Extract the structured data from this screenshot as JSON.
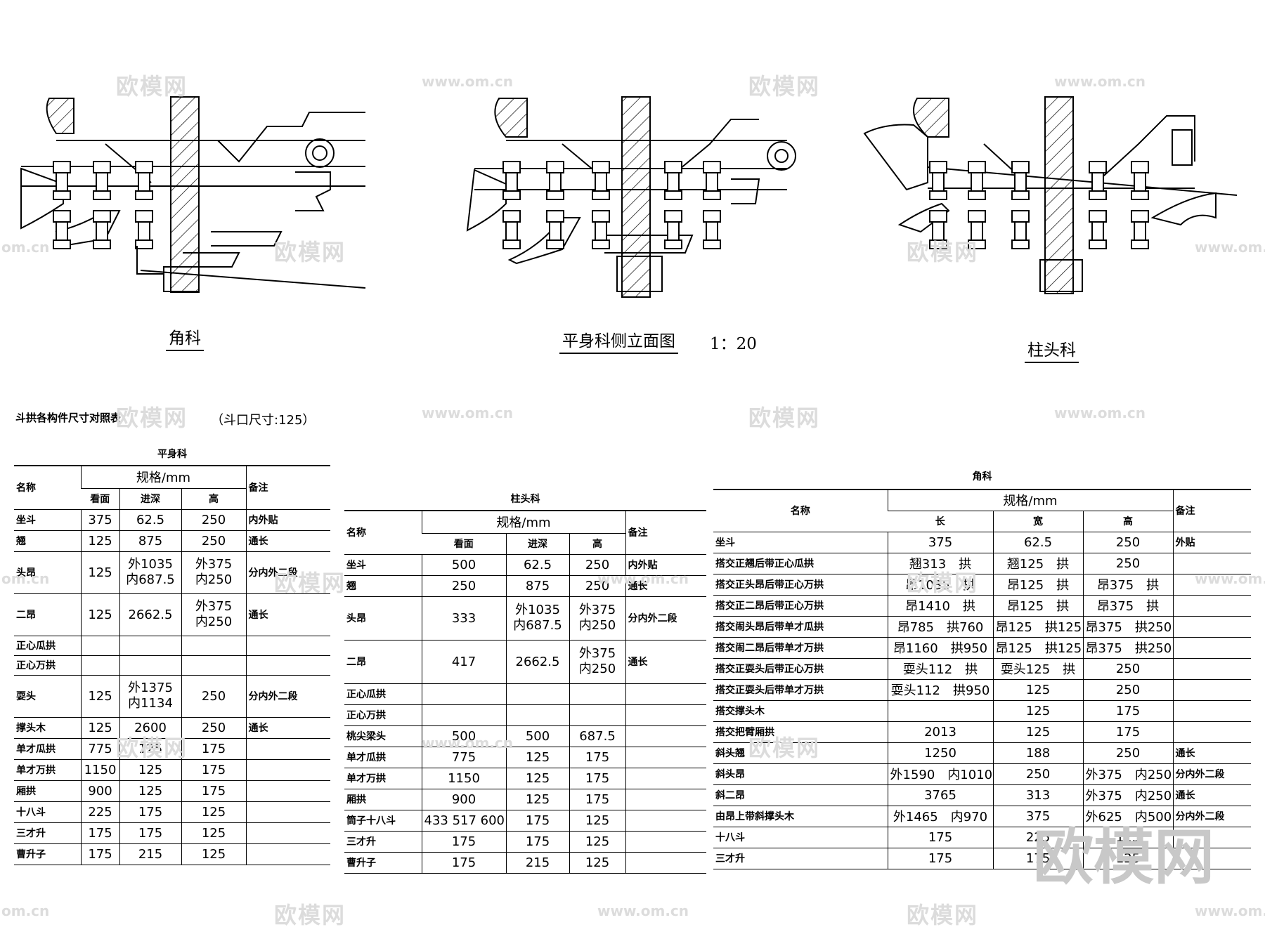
{
  "drawings": {
    "left_title": "角科",
    "center_title": "平身科侧立面图",
    "scale": "1：20",
    "right_title": "柱头科"
  },
  "table_header": {
    "title": "斗拱各构件尺寸对照表",
    "note": "（斗口尺寸:125）"
  },
  "pingshen": {
    "title": "平身科",
    "col_name": "名称",
    "col_spec": "规格/mm",
    "col_note": "备注",
    "sub": [
      "看面",
      "进深",
      "高"
    ],
    "rows": [
      [
        "坐斗",
        "375",
        "62.5",
        "250",
        "内外贴"
      ],
      [
        "翘",
        "125",
        "875",
        "250",
        "通长"
      ],
      [
        "头昂",
        "125",
        "外1035\n内687.5",
        "外375\n内250",
        "分内外二段"
      ],
      [
        "二昂",
        "125",
        "2662.5",
        "外375\n内250",
        "通长"
      ],
      [
        "正心瓜拱",
        "",
        "",
        "",
        ""
      ],
      [
        "正心万拱",
        "",
        "",
        "",
        ""
      ],
      [
        "耍头",
        "125",
        "外1375\n内1134",
        "250",
        "分内外二段"
      ],
      [
        "撑头木",
        "125",
        "2600",
        "250",
        "通长"
      ],
      [
        "单才瓜拱",
        "775",
        "125",
        "175",
        ""
      ],
      [
        "单才万拱",
        "1150",
        "125",
        "175",
        ""
      ],
      [
        "厢拱",
        "900",
        "125",
        "175",
        ""
      ],
      [
        "十八斗",
        "225",
        "175",
        "125",
        ""
      ],
      [
        "三才升",
        "175",
        "175",
        "125",
        ""
      ],
      [
        "曹升子",
        "175",
        "215",
        "125",
        ""
      ]
    ]
  },
  "zhutou": {
    "title": "柱头科",
    "col_name": "名称",
    "col_spec": "规格/mm",
    "col_note": "备注",
    "sub": [
      "看面",
      "进深",
      "高"
    ],
    "rows": [
      [
        "坐斗",
        "500",
        "62.5",
        "250",
        "内外贴"
      ],
      [
        "翘",
        "250",
        "875",
        "250",
        "通长"
      ],
      [
        "头昂",
        "333",
        "外1035\n内687.5",
        "外375\n内250",
        "分内外二段"
      ],
      [
        "二昂",
        "417",
        "2662.5",
        "外375\n内250",
        "通长"
      ],
      [
        "正心瓜拱",
        "",
        "",
        "",
        ""
      ],
      [
        "正心万拱",
        "",
        "",
        "",
        ""
      ],
      [
        "桃尖梁头",
        "500",
        "500",
        "687.5",
        ""
      ],
      [
        "单才瓜拱",
        "775",
        "125",
        "175",
        ""
      ],
      [
        "单才万拱",
        "1150",
        "125",
        "175",
        ""
      ],
      [
        "厢拱",
        "900",
        "125",
        "175",
        ""
      ],
      [
        "筒子十八斗",
        "433 517 600",
        "175",
        "125",
        ""
      ],
      [
        "三才升",
        "175",
        "175",
        "125",
        ""
      ],
      [
        "曹升子",
        "175",
        "215",
        "125",
        ""
      ]
    ]
  },
  "jiaoke": {
    "title": "角科",
    "col_name": "名称",
    "col_spec": "规格/mm",
    "col_note": "备注",
    "sub": [
      "长",
      "宽",
      "高"
    ],
    "rows": [
      [
        "坐斗",
        "375",
        "62.5",
        "250",
        "外贴"
      ],
      [
        "搭交正翘后带正心瓜拱",
        "翘313　拱",
        "翘125　拱",
        "250",
        ""
      ],
      [
        "搭交正头昂后带正心万拱",
        "昂1035　拱",
        "昂125　拱",
        "昂375　拱",
        ""
      ],
      [
        "搭交正二昂后带正心万拱",
        "昂1410　拱",
        "昂125　拱",
        "昂375　拱",
        ""
      ],
      [
        "搭交闹头昂后带单才瓜拱",
        "昂785　拱760",
        "昂125　拱125",
        "昂375　拱250",
        ""
      ],
      [
        "搭交闹二昂后带单才万拱",
        "昂1160　拱950",
        "昂125　拱125",
        "昂375　拱250",
        ""
      ],
      [
        "搭交正耍头后带正心万拱",
        "耍头112　拱",
        "耍头125　拱",
        "250",
        ""
      ],
      [
        "搭交正耍头后带单才万拱",
        "耍头112　拱950",
        "125",
        "250",
        ""
      ],
      [
        "搭交撑头木",
        "",
        "125",
        "175",
        ""
      ],
      [
        "搭交把臂厢拱",
        "2013",
        "125",
        "175",
        ""
      ],
      [
        "斜头翘",
        "1250",
        "188",
        "250",
        "通长"
      ],
      [
        "斜头昂",
        "外1590　内1010",
        "250",
        "外375　内250",
        "分内外二段"
      ],
      [
        "斜二昂",
        "3765",
        "313",
        "外375　内250",
        "通长"
      ],
      [
        "由昂上带斜撑头木",
        "外1465　内970",
        "375",
        "外625　内500",
        "分内外二段"
      ],
      [
        "十八斗",
        "175",
        "225",
        "125",
        ""
      ],
      [
        "三才升",
        "175",
        "175",
        "125",
        ""
      ]
    ]
  },
  "watermarks": {
    "cn": "欧模网",
    "url": "www.om.cn",
    "short": "om.cn"
  }
}
